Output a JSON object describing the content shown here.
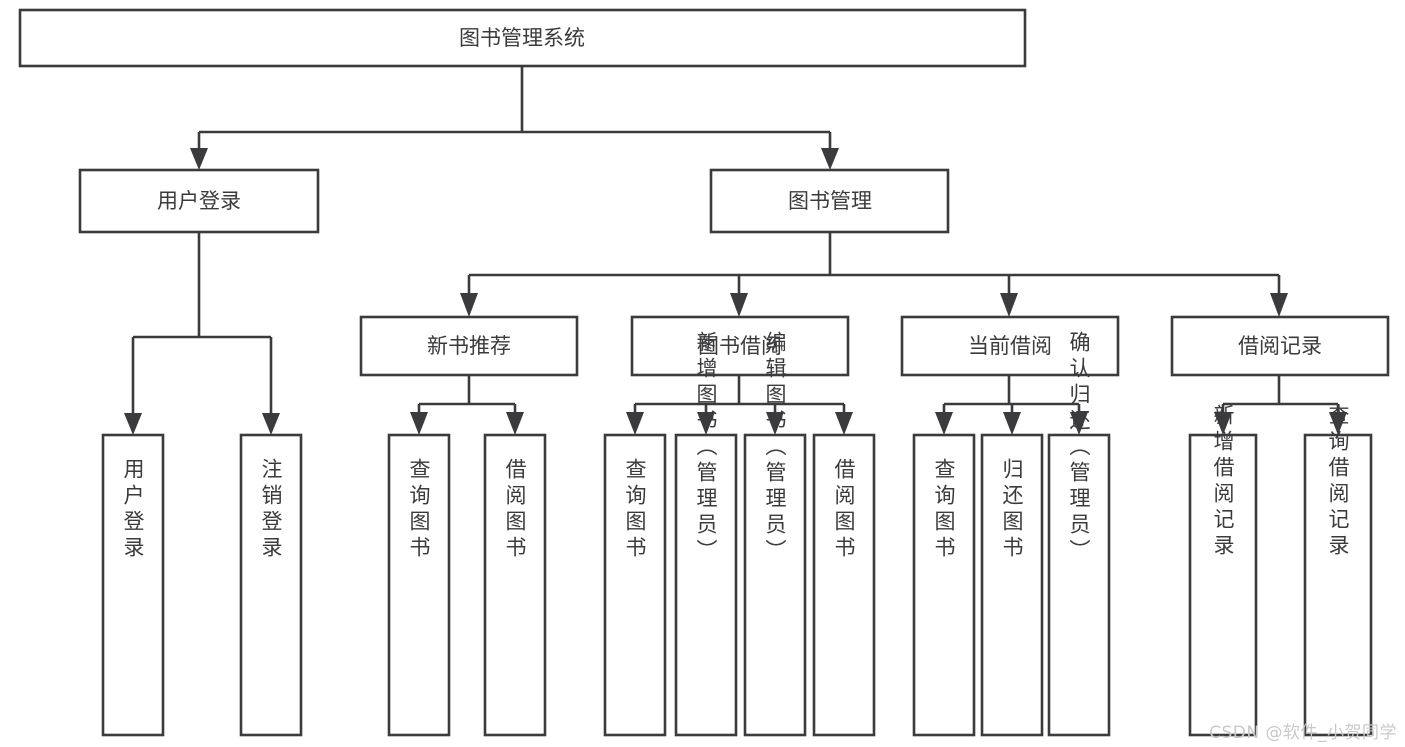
{
  "diagram": {
    "type": "tree-hierarchy",
    "title": "图书管理系统",
    "orientation": "top-down",
    "root": {
      "id": "root",
      "label": "图书管理系统",
      "children": [
        {
          "id": "user-login",
          "label": "用户登录",
          "children": [
            {
              "id": "user-login-login",
              "label": "用户登录",
              "children": []
            },
            {
              "id": "user-login-logout",
              "label": "注销登录",
              "children": []
            }
          ]
        },
        {
          "id": "book-manage",
          "label": "图书管理",
          "children": [
            {
              "id": "new-book-recommend",
              "label": "新书推荐",
              "children": [
                {
                  "id": "nbr-query",
                  "label": "查询图书",
                  "children": []
                },
                {
                  "id": "nbr-borrow",
                  "label": "借阅图书",
                  "children": []
                }
              ]
            },
            {
              "id": "book-borrow",
              "label": "图书借阅",
              "children": [
                {
                  "id": "bb-query",
                  "label": "查询图书",
                  "children": []
                },
                {
                  "id": "bb-add",
                  "label": "新增图书（管理员）",
                  "children": []
                },
                {
                  "id": "bb-edit",
                  "label": "编辑图书（管理员）",
                  "children": []
                },
                {
                  "id": "bb-borrow",
                  "label": "借阅图书",
                  "children": []
                }
              ]
            },
            {
              "id": "current-borrow",
              "label": "当前借阅",
              "children": [
                {
                  "id": "cb-query",
                  "label": "查询图书",
                  "children": []
                },
                {
                  "id": "cb-return",
                  "label": "归还图书",
                  "children": []
                },
                {
                  "id": "cb-confirm",
                  "label": "确认归还（管理员）",
                  "children": []
                }
              ]
            },
            {
              "id": "borrow-record",
              "label": "借阅记录",
              "children": [
                {
                  "id": "br-add",
                  "label": "新增借阅记录",
                  "children": []
                },
                {
                  "id": "br-query",
                  "label": "查询借阅记录",
                  "children": []
                }
              ]
            }
          ]
        }
      ]
    },
    "nodes": {
      "root": "图书管理系统",
      "user_login": "用户登录",
      "book_manage": "图书管理",
      "new_book_recommend": "新书推荐",
      "book_borrow": "图书借阅",
      "current_borrow": "当前借阅",
      "borrow_record": "借阅记录",
      "leaf_user_login": "用户登录",
      "leaf_user_logout": "注销登录",
      "leaf_nbr_query": "查询图书",
      "leaf_nbr_borrow": "借阅图书",
      "leaf_bb_query": "查询图书",
      "leaf_bb_add": "新增图书（管理员）",
      "leaf_bb_edit": "编辑图书（管理员）",
      "leaf_bb_borrow": "借阅图书",
      "leaf_cb_query": "查询图书",
      "leaf_cb_return": "归还图书",
      "leaf_cb_confirm": "确认归还（管理员）",
      "leaf_br_add": "新增借阅记录",
      "leaf_br_query": "查询借阅记录"
    },
    "colors": {
      "box_stroke": "#3b3b3d",
      "box_fill": "#ffffff",
      "text": "#3b3b3d",
      "background": "#ffffff",
      "watermark": "#c9c9c9"
    }
  },
  "watermark": {
    "text": "CSDN @软件_小贺同学"
  }
}
